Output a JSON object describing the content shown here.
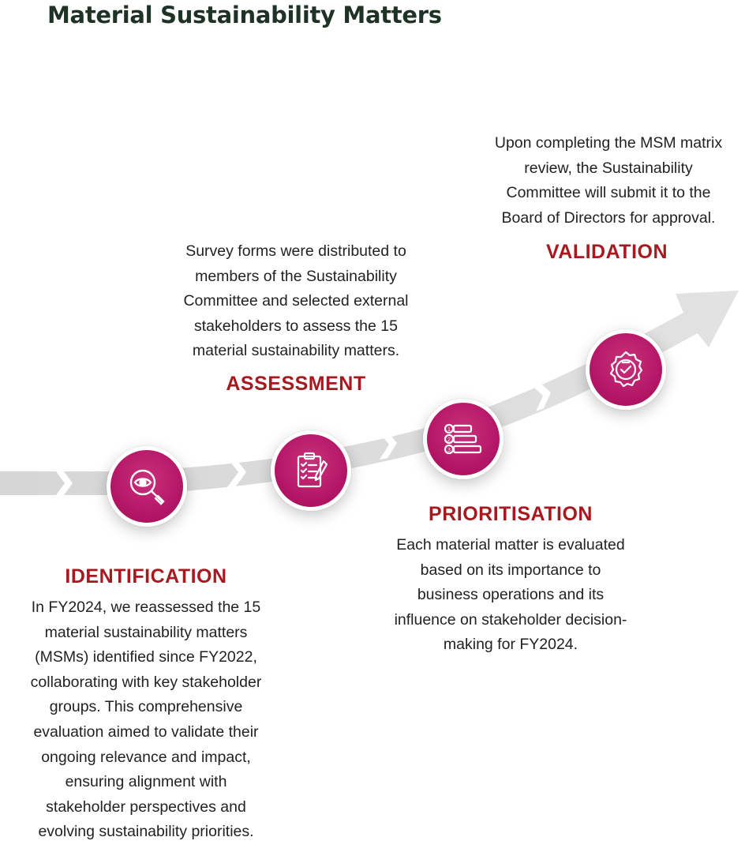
{
  "title": "Material Sustainability Matters",
  "colors": {
    "accent": "#a8191f",
    "node": "#b31565",
    "title": "#1e3325",
    "arrow": "#d8d8d8"
  },
  "stages": [
    {
      "key": "identification",
      "title": "IDENTIFICATION",
      "icon": "magnifier-eye-icon",
      "lines": [
        "In FY2024, we reassessed the 15",
        "material sustainability matters",
        "(MSMs) identified since FY2022,",
        "collaborating with key stakeholder",
        "groups. This comprehensive",
        "evaluation aimed to validate their",
        "ongoing relevance and impact,",
        "ensuring alignment with",
        "stakeholder perspectives and",
        "evolving sustainability priorities."
      ]
    },
    {
      "key": "assessment",
      "title": "ASSESSMENT",
      "icon": "clipboard-checklist-icon",
      "lines": [
        "Survey forms were distributed to",
        "members of the Sustainability",
        "Committee and selected external",
        "stakeholders to assess the 15",
        "material sustainability matters."
      ]
    },
    {
      "key": "prioritisation",
      "title": "PRIORITISATION",
      "icon": "ranked-list-icon",
      "lines": [
        "Each material matter is evaluated",
        "based on its importance to",
        "business operations and its",
        "influence on stakeholder decision-",
        "making for FY2024."
      ]
    },
    {
      "key": "validation",
      "title": "VALIDATION",
      "icon": "approval-badge-icon",
      "lines": [
        "Upon completing the MSM matrix",
        "review, the Sustainability",
        "Committee will submit it to the",
        "Board of Directors for approval."
      ]
    }
  ]
}
